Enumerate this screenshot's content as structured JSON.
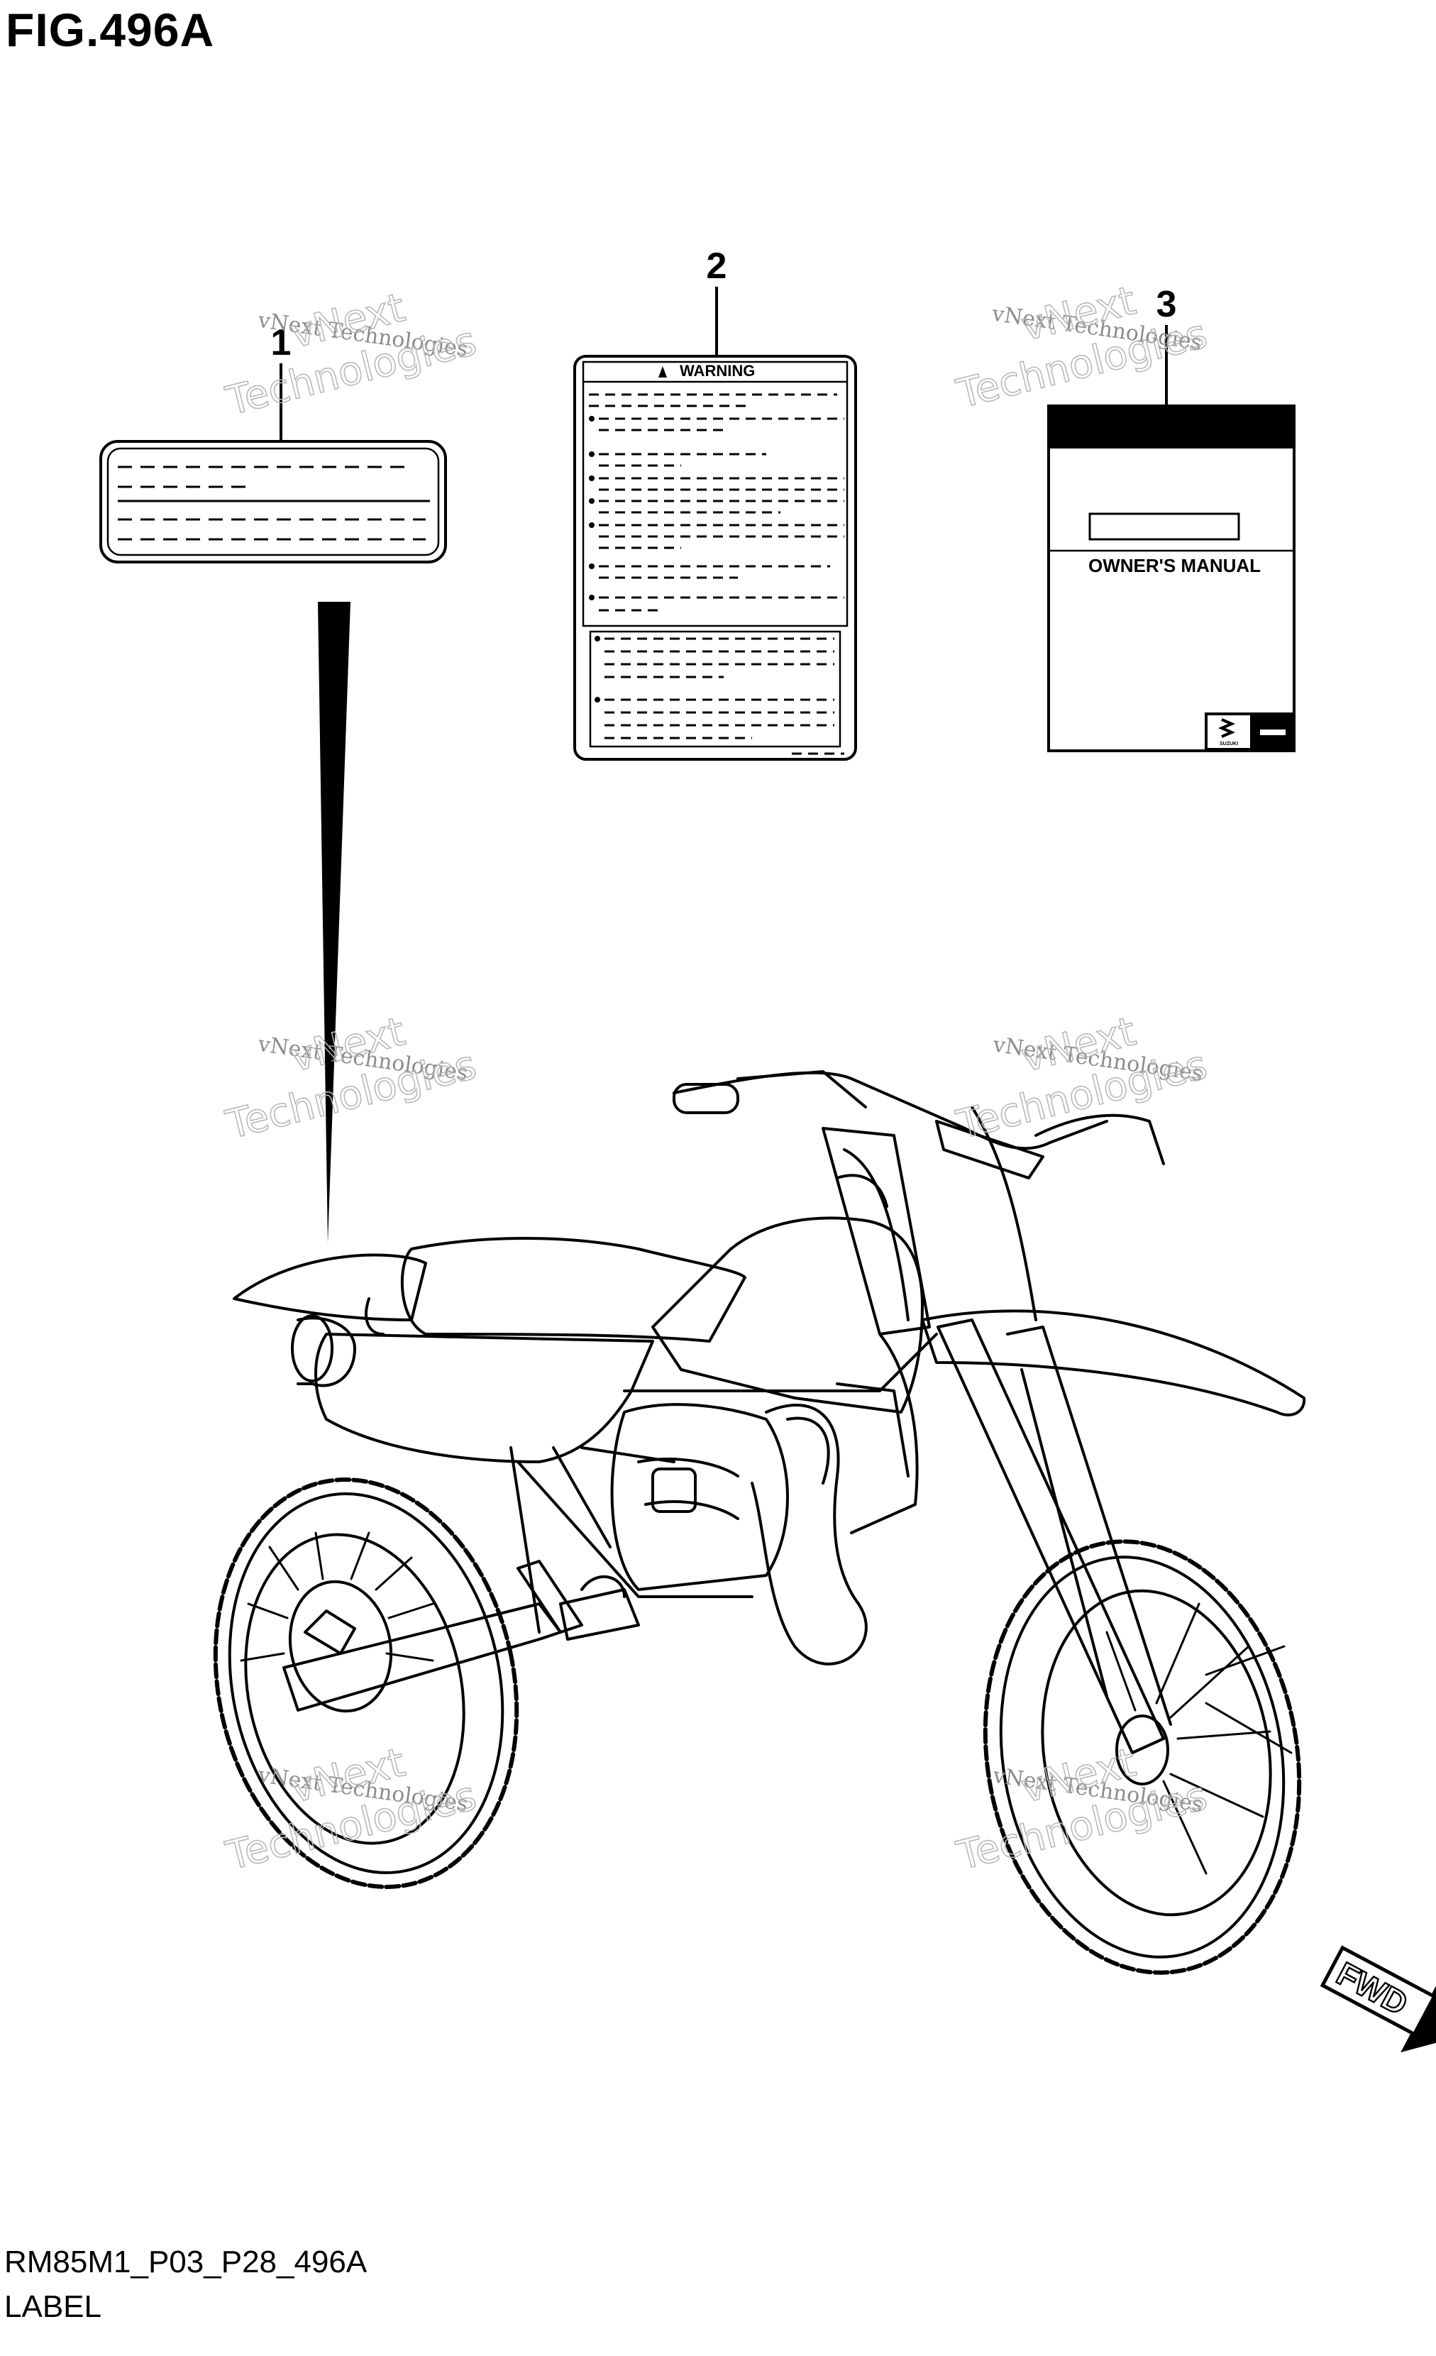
{
  "figure": {
    "title": "FIG.496A",
    "code": "RM85M1_P03_P28_496A",
    "section": "LABEL"
  },
  "callouts": [
    {
      "number": "1",
      "part": "label-1"
    },
    {
      "number": "2",
      "part": "warning-label"
    },
    {
      "number": "3",
      "part": "owners-manual"
    }
  ],
  "warning_label": {
    "heading": "WARNING"
  },
  "owners_manual": {
    "title": "OWNER'S MANUAL",
    "brand_mark": "SUZUKI"
  },
  "direction_arrow": {
    "text": "FWD"
  },
  "watermark": {
    "line_small": "vNext Technologies",
    "line_big_1": "vNext",
    "line_big_2": "Technologies"
  },
  "colors": {
    "ink": "#000000",
    "paper": "#ffffff",
    "watermark": "#9a9a9a"
  }
}
